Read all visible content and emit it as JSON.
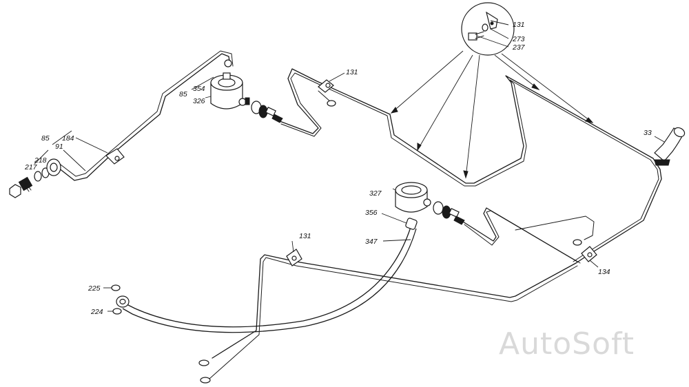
{
  "labels": {
    "clip_top": "131",
    "clip_left": "131",
    "clip_lower": "131",
    "washer_273": "273",
    "bolt_237": "237",
    "bolt_85_a": "85",
    "bolt_85_b": "85",
    "hose_354": "354",
    "sender_326": "326",
    "clip_184": "184",
    "pipe_91": "91",
    "washer_218": "218",
    "washer_217": "217",
    "elbow_33": "33",
    "sender_327": "327",
    "nut_356": "356",
    "hose_347": "347",
    "clip_134": "134",
    "washer_225": "225",
    "washer_224": "224"
  },
  "watermark": "AutoSoft"
}
